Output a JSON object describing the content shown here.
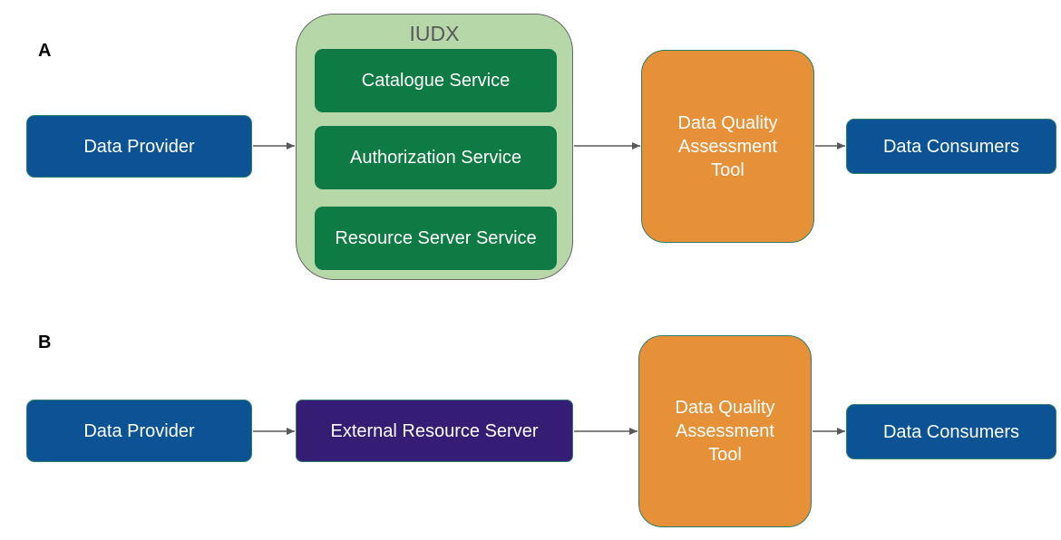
{
  "diagram_a": {
    "label": "A",
    "data_provider": "Data Provider",
    "iudx": {
      "title": "IUDX",
      "services": [
        "Catalogue Service",
        "Authorization Service",
        "Resource Server Service"
      ]
    },
    "dqa_tool": {
      "line1": "Data Quality",
      "line2": "Assessment",
      "line3": "Tool"
    },
    "data_consumers": "Data Consumers"
  },
  "diagram_b": {
    "label": "B",
    "data_provider": "Data Provider",
    "external_resource_server": "External Resource Server",
    "dqa_tool": {
      "line1": "Data Quality",
      "line2": "Assessment",
      "line3": "Tool"
    },
    "data_consumers": "Data Consumers"
  },
  "colors": {
    "provider_consumer": "#0b5394",
    "iudx_container": "#b6d7a8",
    "iudx_service": "#0e7a44",
    "dqa_tool": "#e69138",
    "external_server": "#351c75",
    "arrow": "#595959"
  }
}
